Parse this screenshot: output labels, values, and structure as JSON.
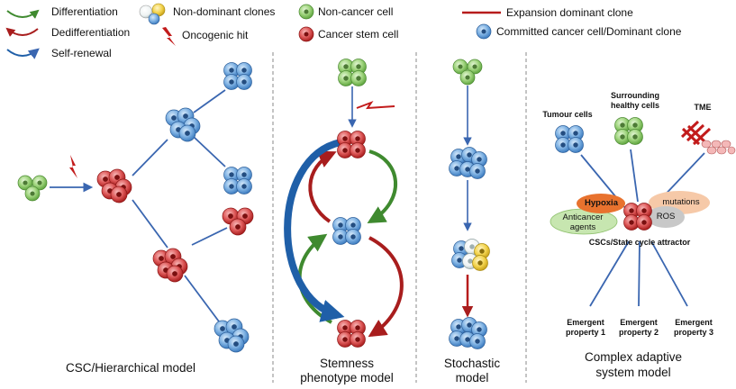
{
  "legend": {
    "differentiation": "Differentiation",
    "dedifferentiation": "Dedifferentiation",
    "self_renewal": "Self-renewal",
    "non_dominant_clones": "Non-dominant clones",
    "oncogenic_hit": "Oncogenic hit",
    "non_cancer_cell": "Non-cancer cell",
    "cancer_stem_cell": "Cancer stem cell",
    "expansion_dominant_clone": "Expansion dominant clone",
    "committed_cancer_cell": "Committed cancer cell/Dominant clone"
  },
  "panels": {
    "csc": {
      "title": "CSC/Hierarchical model"
    },
    "stemness": {
      "title_line1": "Stemness",
      "title_line2": "phenotype model"
    },
    "stochastic": {
      "title_line1": "Stochastic",
      "title_line2": "model"
    },
    "complex": {
      "title_line1": "Complex adaptive",
      "title_line2": "system model",
      "tumour_cells": "Tumour cells",
      "surrounding_line1": "Surrounding",
      "surrounding_line2": "healthy cells",
      "tme": "TME",
      "hypoxia": "Hypoxia",
      "anticancer_line1": "Anticancer",
      "anticancer_line2": "agents",
      "mutations": "mutations",
      "ros": "ROS",
      "attractor": "CSCs/State cycle attractor",
      "emergent1_line1": "Emergent",
      "emergent1_line2": "property 1",
      "emergent2_line1": "Emergent",
      "emergent2_line2": "property 2",
      "emergent3_line1": "Emergent",
      "emergent3_line2": "property 3"
    }
  },
  "colors": {
    "green": "#2e7d32",
    "red": "#b71c1c",
    "blue": "#1f5fa8",
    "connector": "#3a66b0",
    "expansion": "#b71c1c",
    "divider": "#888888",
    "hypoxia": "#e8722e",
    "anticancer": "#c7e6b0",
    "mutations": "#f6c9a8",
    "ros": "#c8c8c8"
  }
}
